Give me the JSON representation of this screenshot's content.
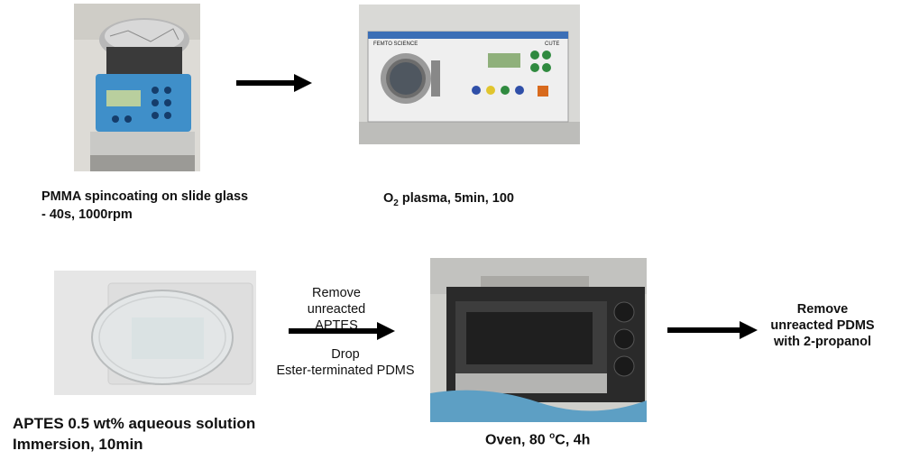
{
  "steps": {
    "spincoat": {
      "caption_line1": "PMMA spincoating on slide glass",
      "caption_line2": "- 40s, 1000rpm"
    },
    "plasma": {
      "caption_main": "O",
      "caption_sub": "2",
      "caption_rest": " plasma, 5min, 100",
      "device_brand": "FEMTO SCIENCE",
      "device_model": "CUTE"
    },
    "aptes": {
      "caption_line1": "APTES 0.5 wt% aqueous solution",
      "caption_line2": "Immersion, 10min"
    },
    "oven": {
      "caption_pre": "Oven, 80 ",
      "caption_sup": "o",
      "caption_post": "C, 4h"
    },
    "final": {
      "label_line1": "Remove",
      "label_line2": "unreacted PDMS",
      "label_line3": "with 2-propanol"
    }
  },
  "arrow_labels": {
    "remove_line1": "Remove",
    "remove_line2": "unreacted APTES",
    "drop_line1": "Drop",
    "drop_line2": "Ester-terminated PDMS"
  },
  "icons": {
    "arrow": "right-arrow-icon"
  }
}
